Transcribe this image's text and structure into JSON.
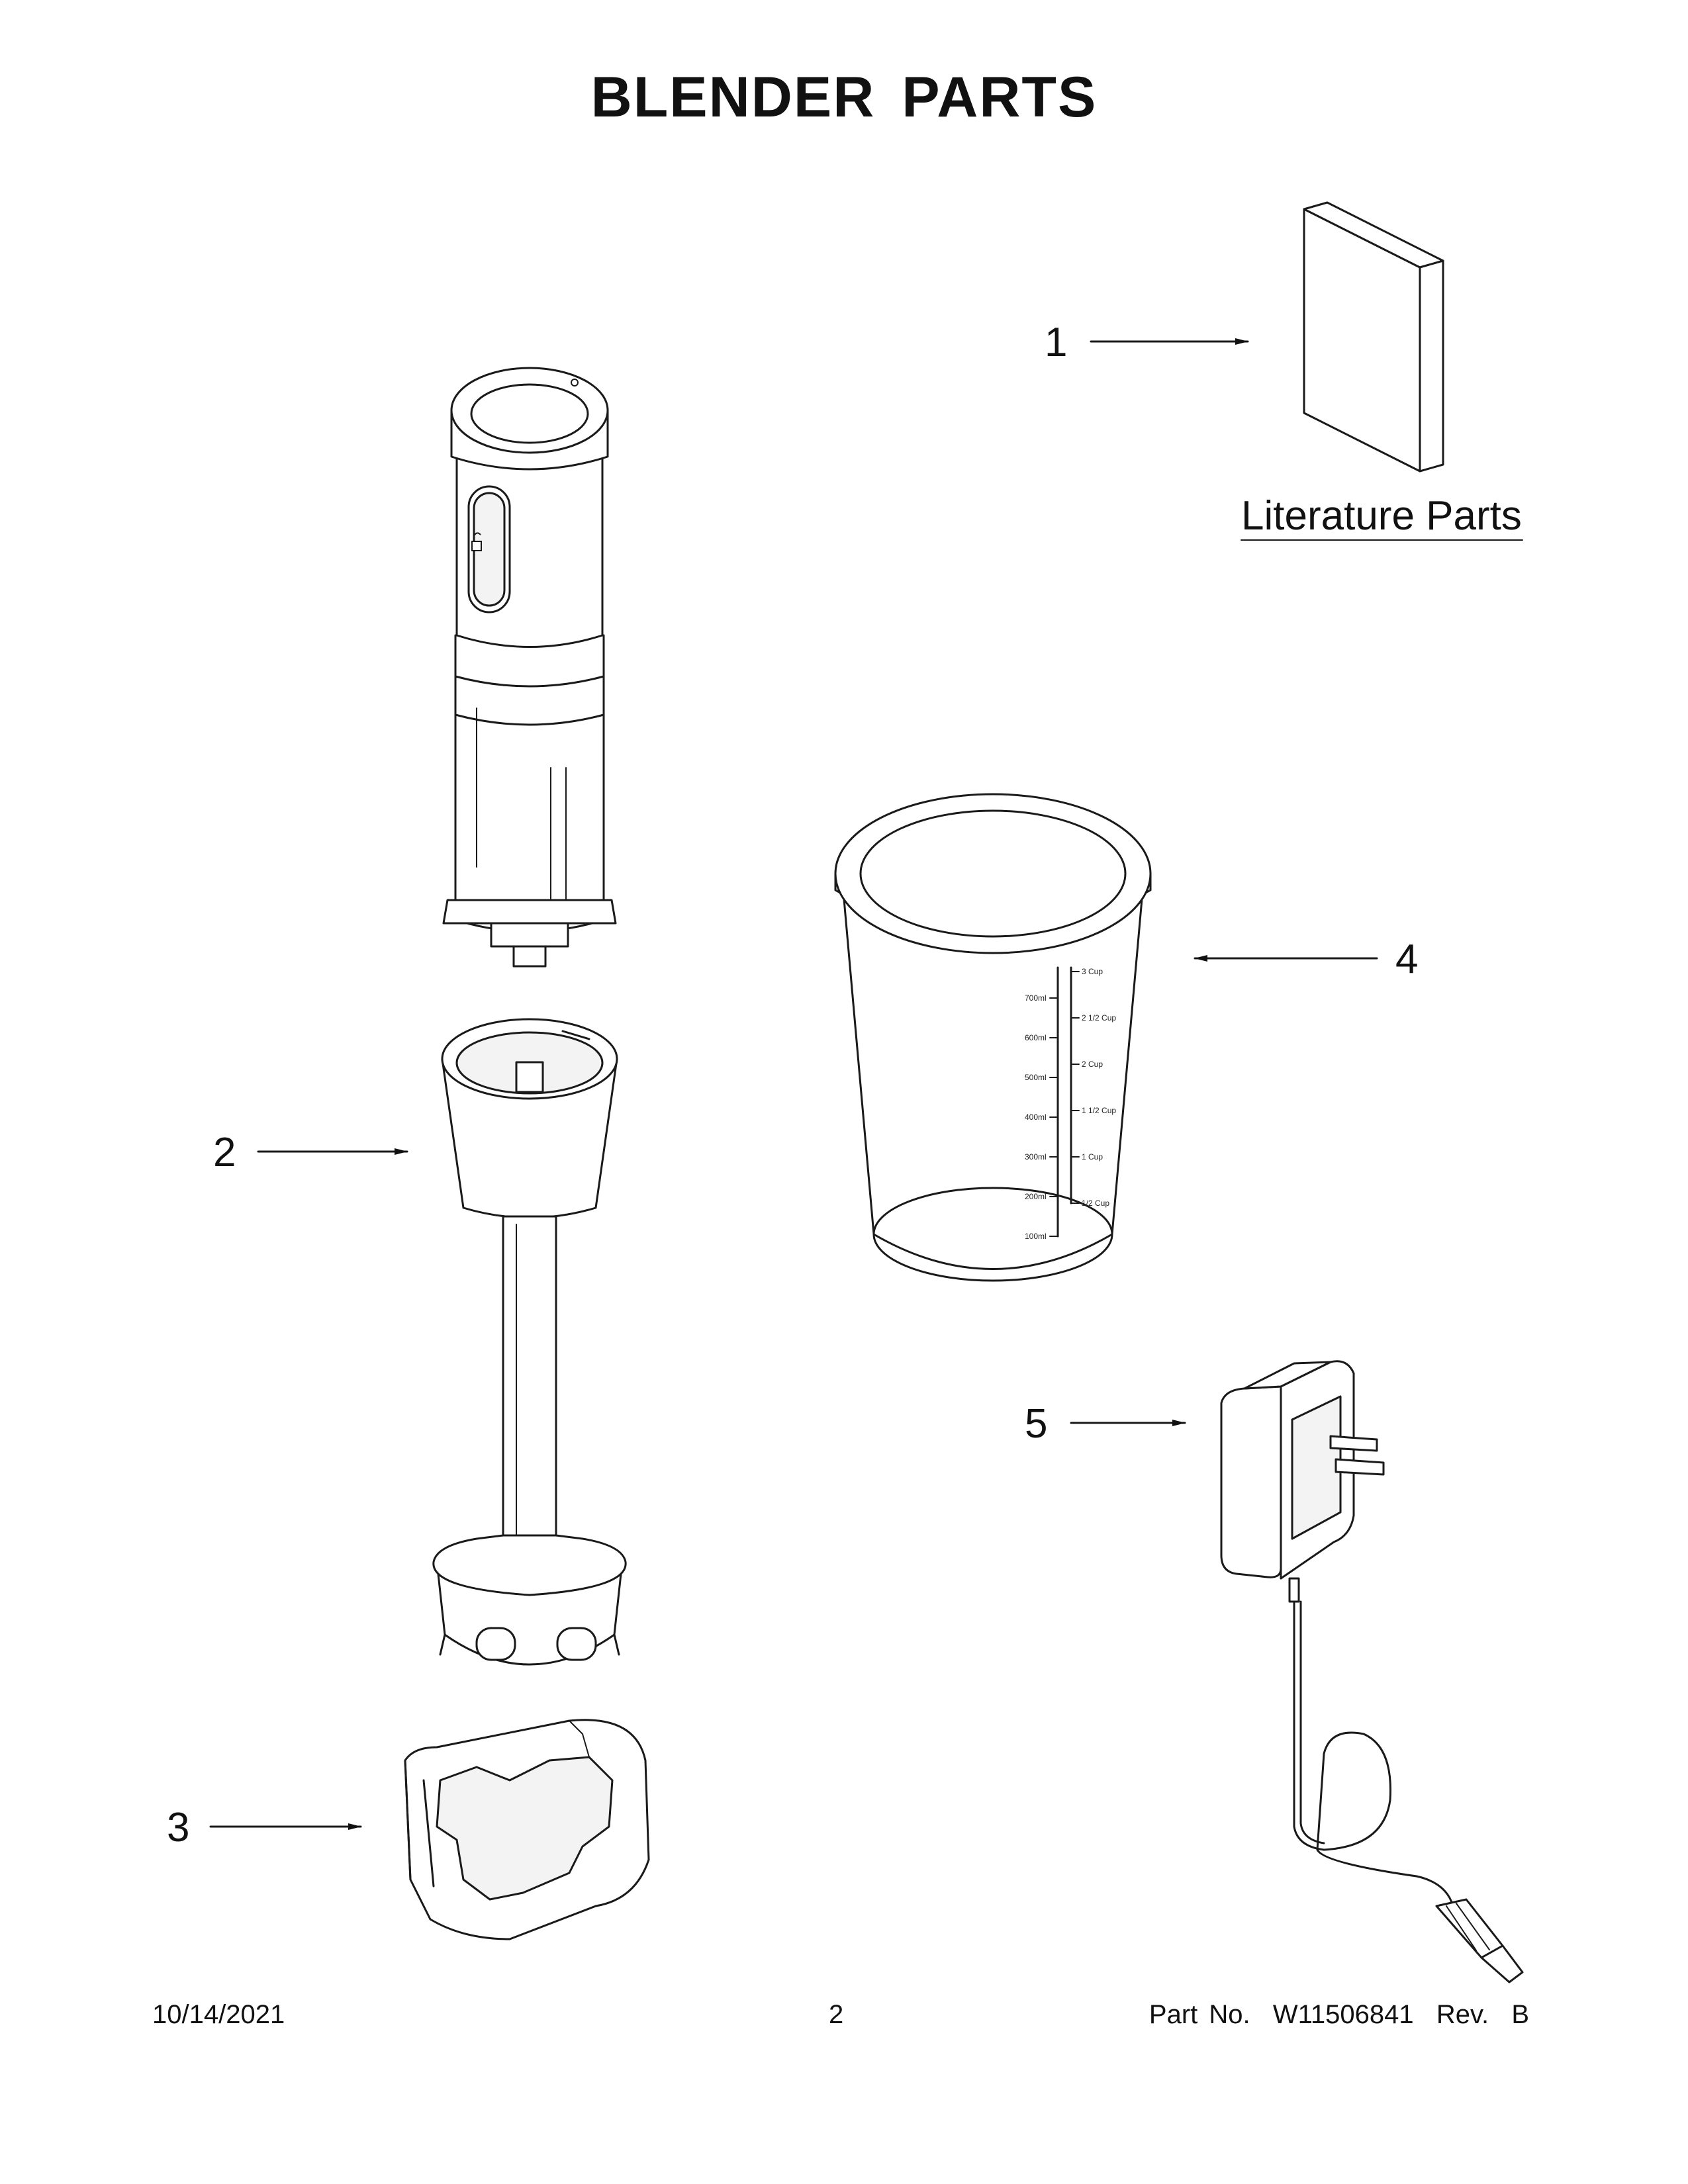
{
  "title": "BLENDER PARTS",
  "literature_label": "Literature Parts",
  "callouts": [
    {
      "number": "1",
      "part": "literature"
    },
    {
      "number": "2",
      "part": "blending-arm"
    },
    {
      "number": "3",
      "part": "blade-guard"
    },
    {
      "number": "4",
      "part": "blending-jar"
    },
    {
      "number": "5",
      "part": "power-adapter"
    }
  ],
  "jar_scale": {
    "ml": [
      "700ml",
      "600ml",
      "500ml",
      "400ml",
      "300ml",
      "200ml",
      "100ml"
    ],
    "cups": [
      "3 Cup",
      "2 1/2 Cup",
      "2 Cup",
      "1 1/2 Cup",
      "1 Cup",
      "1/2 Cup"
    ]
  },
  "footer": {
    "date": "10/14/2021",
    "page": "2",
    "part_no": "Part No.  W11506841  Rev.  B"
  }
}
